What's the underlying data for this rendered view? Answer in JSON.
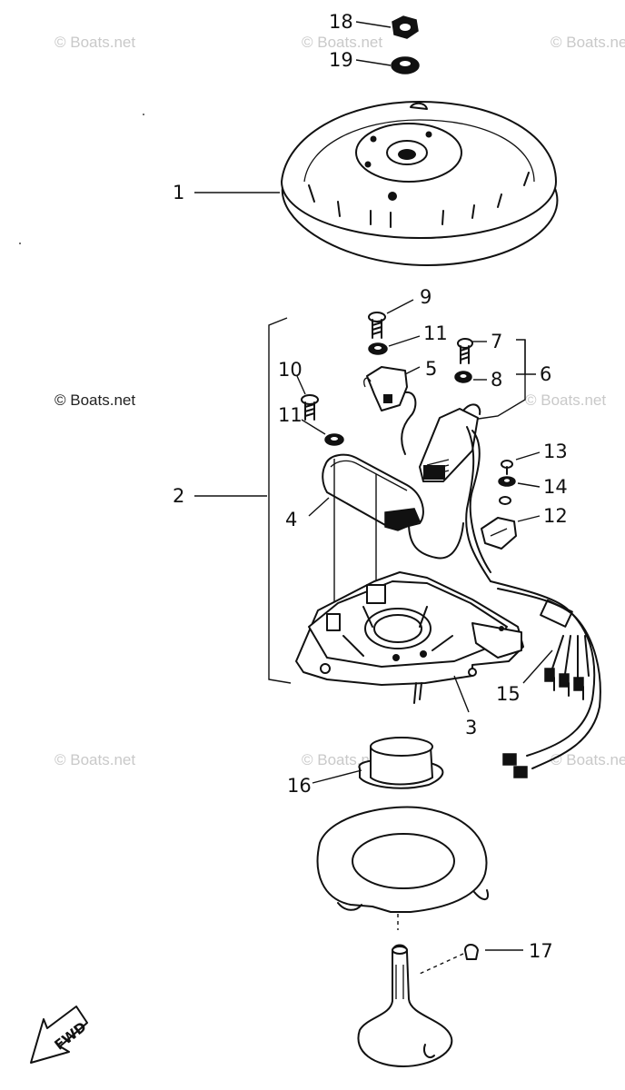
{
  "watermark": "© Boats.net",
  "fwd_label": "FWD",
  "callouts": {
    "p1": "1",
    "p2": "2",
    "p3": "3",
    "p4": "4",
    "p5": "5",
    "p6": "6",
    "p7": "7",
    "p8": "8",
    "p9": "9",
    "p10": "10",
    "p11a": "11",
    "p11b": "11",
    "p12": "12",
    "p13": "13",
    "p14": "14",
    "p15": "15",
    "p16": "16",
    "p17": "17",
    "p18": "18",
    "p19": "19"
  }
}
